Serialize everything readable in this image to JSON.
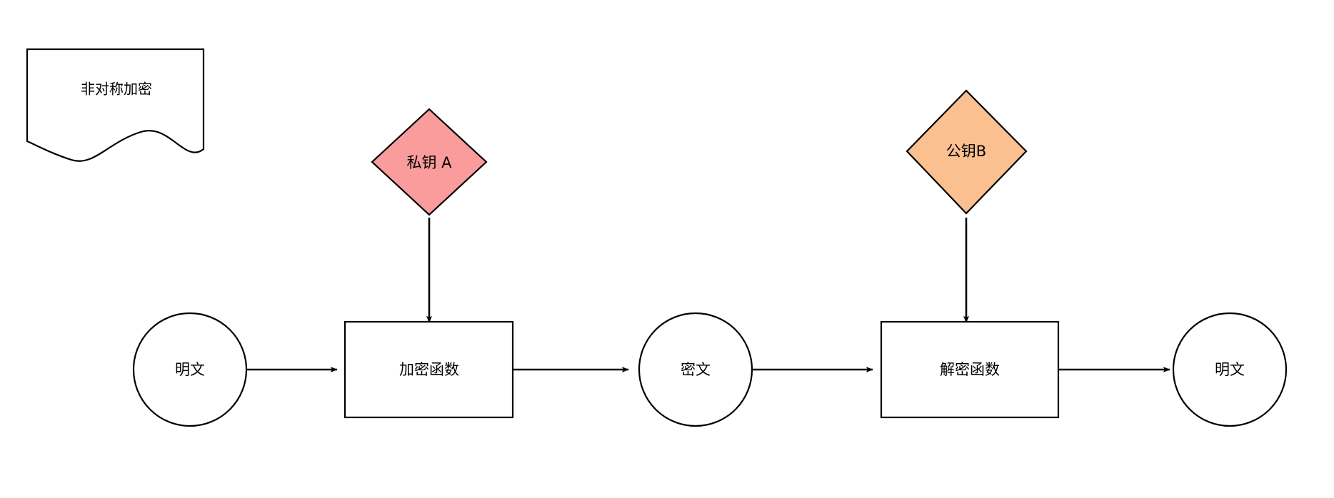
{
  "diagram": {
    "title_note": {
      "text": "非对称加密",
      "shape": "document-note"
    },
    "nodes": [
      {
        "id": "plaintext-in",
        "label": "明文",
        "shape": "circle",
        "fill": "#ffffff"
      },
      {
        "id": "encrypt-fn",
        "label": "加密函数",
        "shape": "rect",
        "fill": "#ffffff"
      },
      {
        "id": "ciphertext",
        "label": "密文",
        "shape": "circle",
        "fill": "#ffffff"
      },
      {
        "id": "decrypt-fn",
        "label": "解密函数",
        "shape": "rect",
        "fill": "#ffffff"
      },
      {
        "id": "plaintext-out",
        "label": "明文",
        "shape": "circle",
        "fill": "#ffffff"
      },
      {
        "id": "private-key-a",
        "label": "私钥 A",
        "shape": "diamond",
        "fill": "#fa9c9c"
      },
      {
        "id": "public-key-b",
        "label": "公钥B",
        "shape": "diamond",
        "fill": "#fac090"
      }
    ],
    "edges": [
      {
        "from": "plaintext-in",
        "to": "encrypt-fn",
        "direction": "right"
      },
      {
        "from": "encrypt-fn",
        "to": "ciphertext",
        "direction": "right"
      },
      {
        "from": "ciphertext",
        "to": "decrypt-fn",
        "direction": "right"
      },
      {
        "from": "decrypt-fn",
        "to": "plaintext-out",
        "direction": "right"
      },
      {
        "from": "private-key-a",
        "to": "encrypt-fn",
        "direction": "down"
      },
      {
        "from": "public-key-b",
        "to": "decrypt-fn",
        "direction": "down"
      }
    ],
    "colors": {
      "stroke": "#000000",
      "background": "#ffffff",
      "private_key_fill": "#fa9c9c",
      "public_key_fill": "#fac090"
    }
  }
}
